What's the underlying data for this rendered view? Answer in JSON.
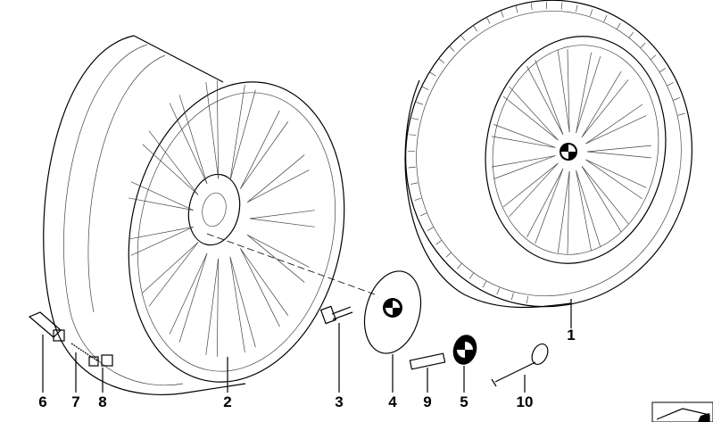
{
  "callouts": [
    {
      "number": "1",
      "part": "complete-wheel-tire"
    },
    {
      "number": "2",
      "part": "light-alloy-rim"
    },
    {
      "number": "3",
      "part": "wheel-bolt"
    },
    {
      "number": "4",
      "part": "hub-cap"
    },
    {
      "number": "5",
      "part": "emblem"
    },
    {
      "number": "6",
      "part": "valve"
    },
    {
      "number": "7",
      "part": "valve-insert"
    },
    {
      "number": "8",
      "part": "valve-cap"
    },
    {
      "number": "9",
      "part": "badge"
    },
    {
      "number": "10",
      "part": "puller"
    }
  ],
  "colors": {
    "line": "#000000",
    "background": "#ffffff",
    "emblem_blue": "#000000"
  }
}
